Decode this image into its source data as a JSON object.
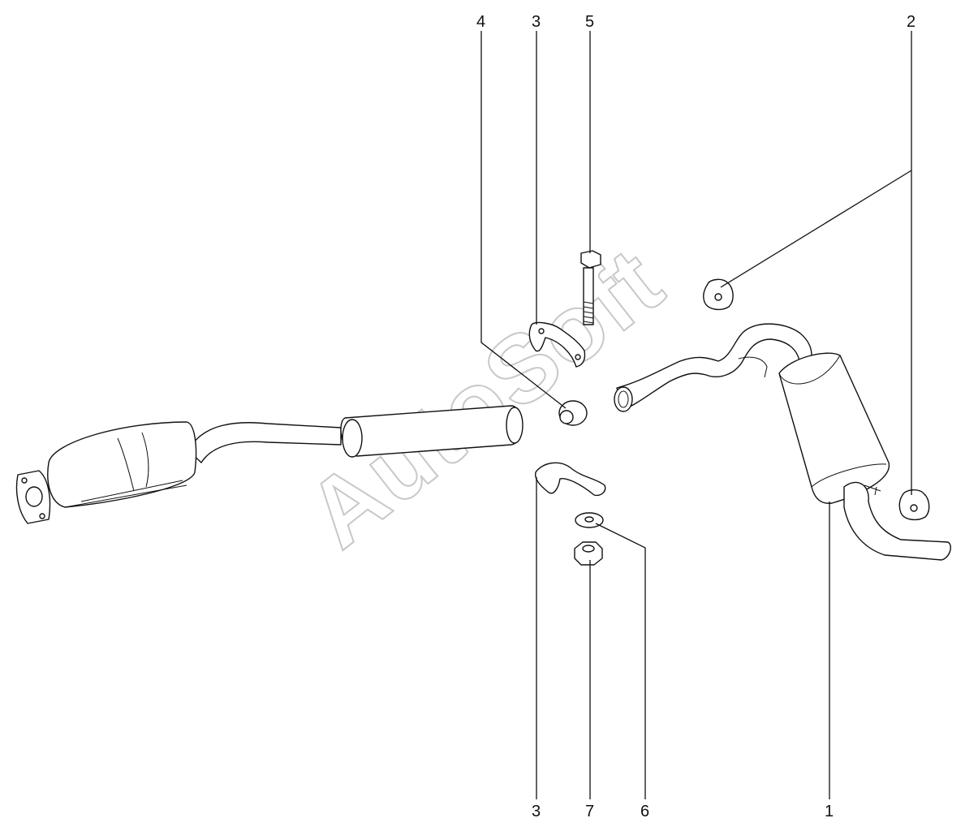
{
  "watermark": "AutoSoft",
  "callouts": {
    "c1": "1",
    "c2": "2",
    "c3_top": "3",
    "c3_bottom": "3",
    "c4": "4",
    "c5": "5",
    "c6": "6",
    "c7": "7"
  }
}
